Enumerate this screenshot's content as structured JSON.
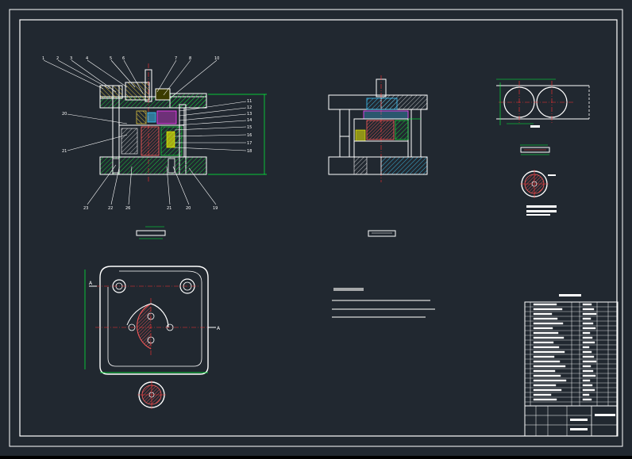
{
  "section_marks": {
    "left_a": "A",
    "right_a": "A"
  },
  "part_numbers_top": [
    "1",
    "2",
    "3",
    "4",
    "5",
    "6",
    "7",
    "8",
    "10"
  ],
  "part_numbers_right": [
    "11",
    "12",
    "13",
    "14",
    "15",
    "16",
    "17",
    "18"
  ],
  "part_numbers_left": [
    "20",
    "21"
  ],
  "part_numbers_bottom": [
    "23",
    "22",
    "26",
    "21",
    "20",
    "19"
  ],
  "colors": {
    "background": "#212830",
    "frame": "#ffffff",
    "outline": "#ffffff",
    "dimension": "#00ff3c",
    "center_line": "#ff3030",
    "section_hatch": "#c8b43a",
    "accent_yellow": "#ffff00",
    "accent_magenta": "#ff40ff",
    "accent_cyan": "#40c8ff"
  }
}
